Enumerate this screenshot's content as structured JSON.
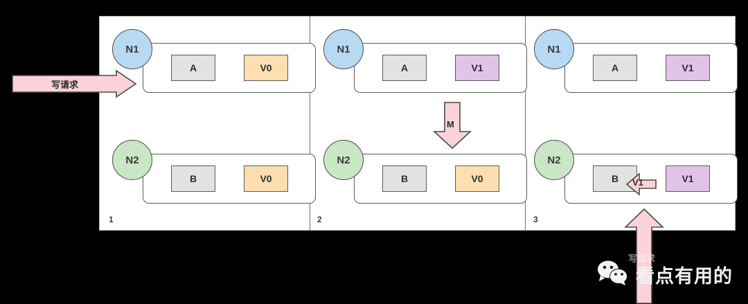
{
  "diagram": {
    "background_color": "#000000",
    "frame_color": "#ffffff",
    "panels": [
      {
        "number": "1",
        "nodes": [
          {
            "circle_label": "N1",
            "circle_color": "#b8d9f2",
            "key": "A",
            "value": "V0",
            "value_color": "#fbdfb0"
          },
          {
            "circle_label": "N2",
            "circle_color": "#c9e6c5",
            "key": "B",
            "value": "V0",
            "value_color": "#fbdfb0"
          }
        ]
      },
      {
        "number": "2",
        "nodes": [
          {
            "circle_label": "N1",
            "circle_color": "#b8d9f2",
            "key": "A",
            "value": "V1",
            "value_color": "#e2c3e8"
          },
          {
            "circle_label": "N2",
            "circle_color": "#c9e6c5",
            "key": "B",
            "value": "V0",
            "value_color": "#fbdfb0"
          }
        ]
      },
      {
        "number": "3",
        "nodes": [
          {
            "circle_label": "N1",
            "circle_color": "#b8d9f2",
            "key": "A",
            "value": "V1",
            "value_color": "#e2c3e8"
          },
          {
            "circle_label": "N2",
            "circle_color": "#c9e6c5",
            "key": "B",
            "value": "V1",
            "value_color": "#e2c3e8"
          }
        ]
      }
    ],
    "arrows": [
      {
        "id": "write-request",
        "label": "写请求",
        "direction": "right",
        "color": "#fbd2d8"
      },
      {
        "id": "replicate",
        "label": "M",
        "direction": "down",
        "color": "#fbd2d8"
      },
      {
        "id": "apply-value",
        "label": "V1",
        "direction": "left",
        "color": "#fbd2d8"
      },
      {
        "id": "ack-up",
        "label": "",
        "direction": "up",
        "color": "#fbd2d8"
      }
    ],
    "watermark": {
      "icon": "wechat-icon",
      "text": "看点有用的",
      "ghost_text": "写请求"
    }
  }
}
